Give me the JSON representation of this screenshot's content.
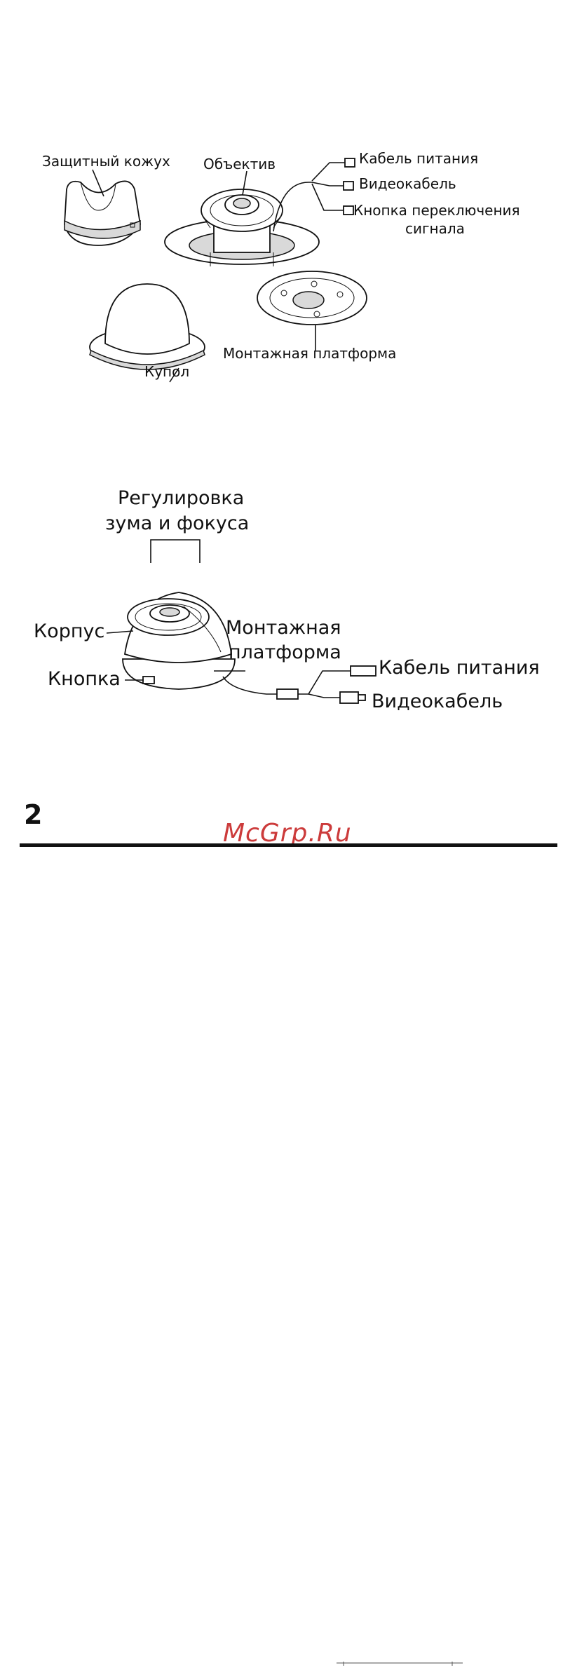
{
  "figure1": {
    "labels": {
      "housing_shield": "Защитный кожух",
      "lens": "Объектив",
      "power_cable": "Кабель питания",
      "video_cable": "Видеокабель",
      "switch_button": "Кнопка переключения",
      "switch_button_line2": "сигнала",
      "dome": "Купол",
      "mounting_base": "Монтажная платформа"
    }
  },
  "figure2": {
    "labels": {
      "zoom_focus": "Регулировка",
      "zoom_focus_line2": "зума и фокуса",
      "body": "Корпус",
      "mounting_base": "Монтажная",
      "mounting_base_line2": "платформа",
      "button": "Кнопка",
      "power_cable": "Кабель питания",
      "video_cable": "Видеокабель"
    }
  },
  "page_number": "2",
  "watermark": "McGrp.Ru"
}
